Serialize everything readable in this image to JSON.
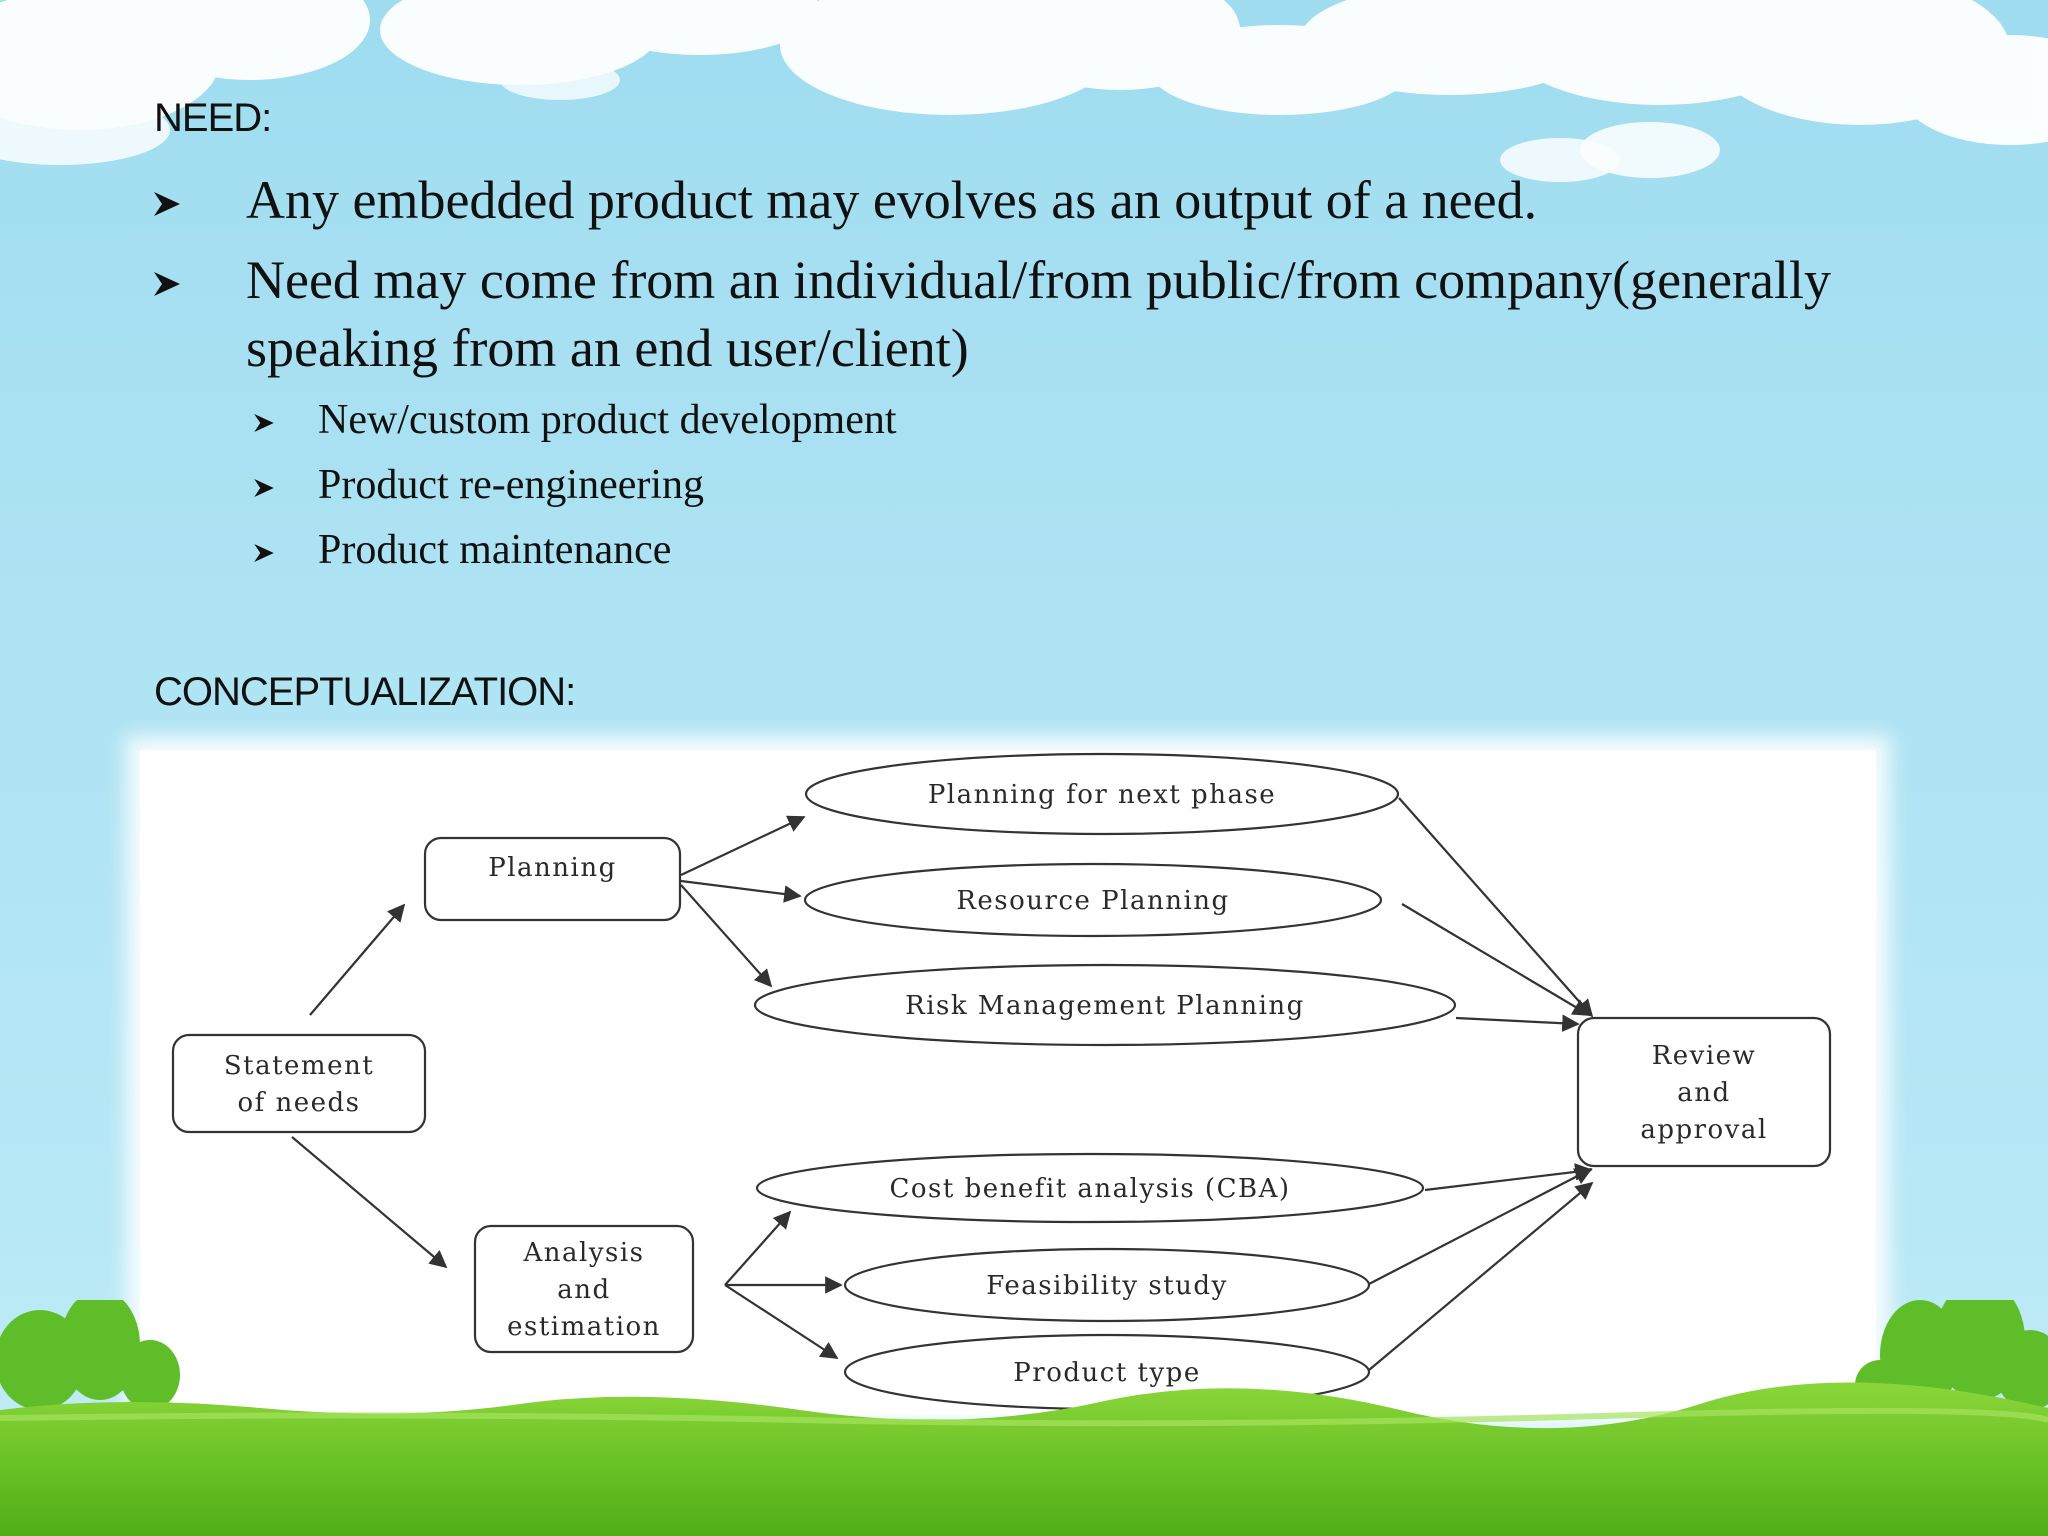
{
  "need": {
    "heading": "NEED:",
    "bullets": [
      "Any embedded product may evolves as an output of a need.",
      "Need may come from an individual/from public/from company(generally speaking from an end user/client)"
    ],
    "sub_bullets": [
      "New/custom product development",
      "Product re-engineering",
      "Product maintenance"
    ]
  },
  "conceptualization": {
    "heading": "CONCEPTUALIZATION:",
    "diagram": {
      "statement": [
        "Statement",
        "of needs"
      ],
      "planning": [
        "Planning"
      ],
      "analysis": [
        "Analysis",
        "and",
        "estimation"
      ],
      "review": [
        "Review",
        "and",
        "approval"
      ],
      "planning_next_phase": [
        "Planning  for  next  phase"
      ],
      "resource_planning": [
        "Resource  Planning"
      ],
      "risk_planning": [
        "Risk  Management  Planning"
      ],
      "cba": [
        "Cost  benefit  analysis  (CBA)"
      ],
      "feasibility": [
        "Feasibility  study"
      ],
      "product_type": [
        "Product  type"
      ]
    }
  },
  "colors": {
    "sky": "#aee3f3",
    "cloud": "#ffffff",
    "grass": "#6cc61e",
    "tree": "#5fbd2a",
    "text": "#111111",
    "diagram_stroke": "#333333"
  }
}
